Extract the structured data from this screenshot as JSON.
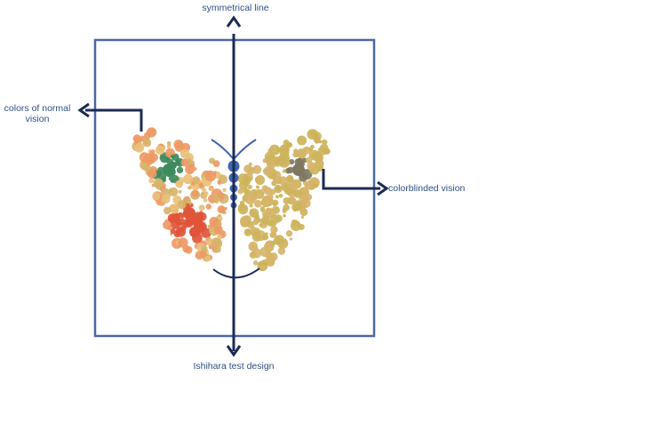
{
  "labels": {
    "symmetry": "symmetrical line",
    "normal_vision": "colors of normal vision",
    "colorblind_vision": "colorblinded vision",
    "ishihara": "Ishihara test design"
  },
  "icons": {
    "figure": "butterfly-icon",
    "arrows": "arrow-icon"
  },
  "colors": {
    "frame": "#4a68a2",
    "arrow": "#1c2a55",
    "label": "#2f4f86",
    "body": "#3f63ad",
    "wing_base": "#e9c07a",
    "wing_base_alt": "#d6b46a",
    "normal_orange": "#ee9966",
    "normal_red": "#e0553a",
    "normal_green": "#3f8a5d",
    "colorblind_tan": "#cdb35a",
    "colorblind_gray": "#7f7760"
  }
}
